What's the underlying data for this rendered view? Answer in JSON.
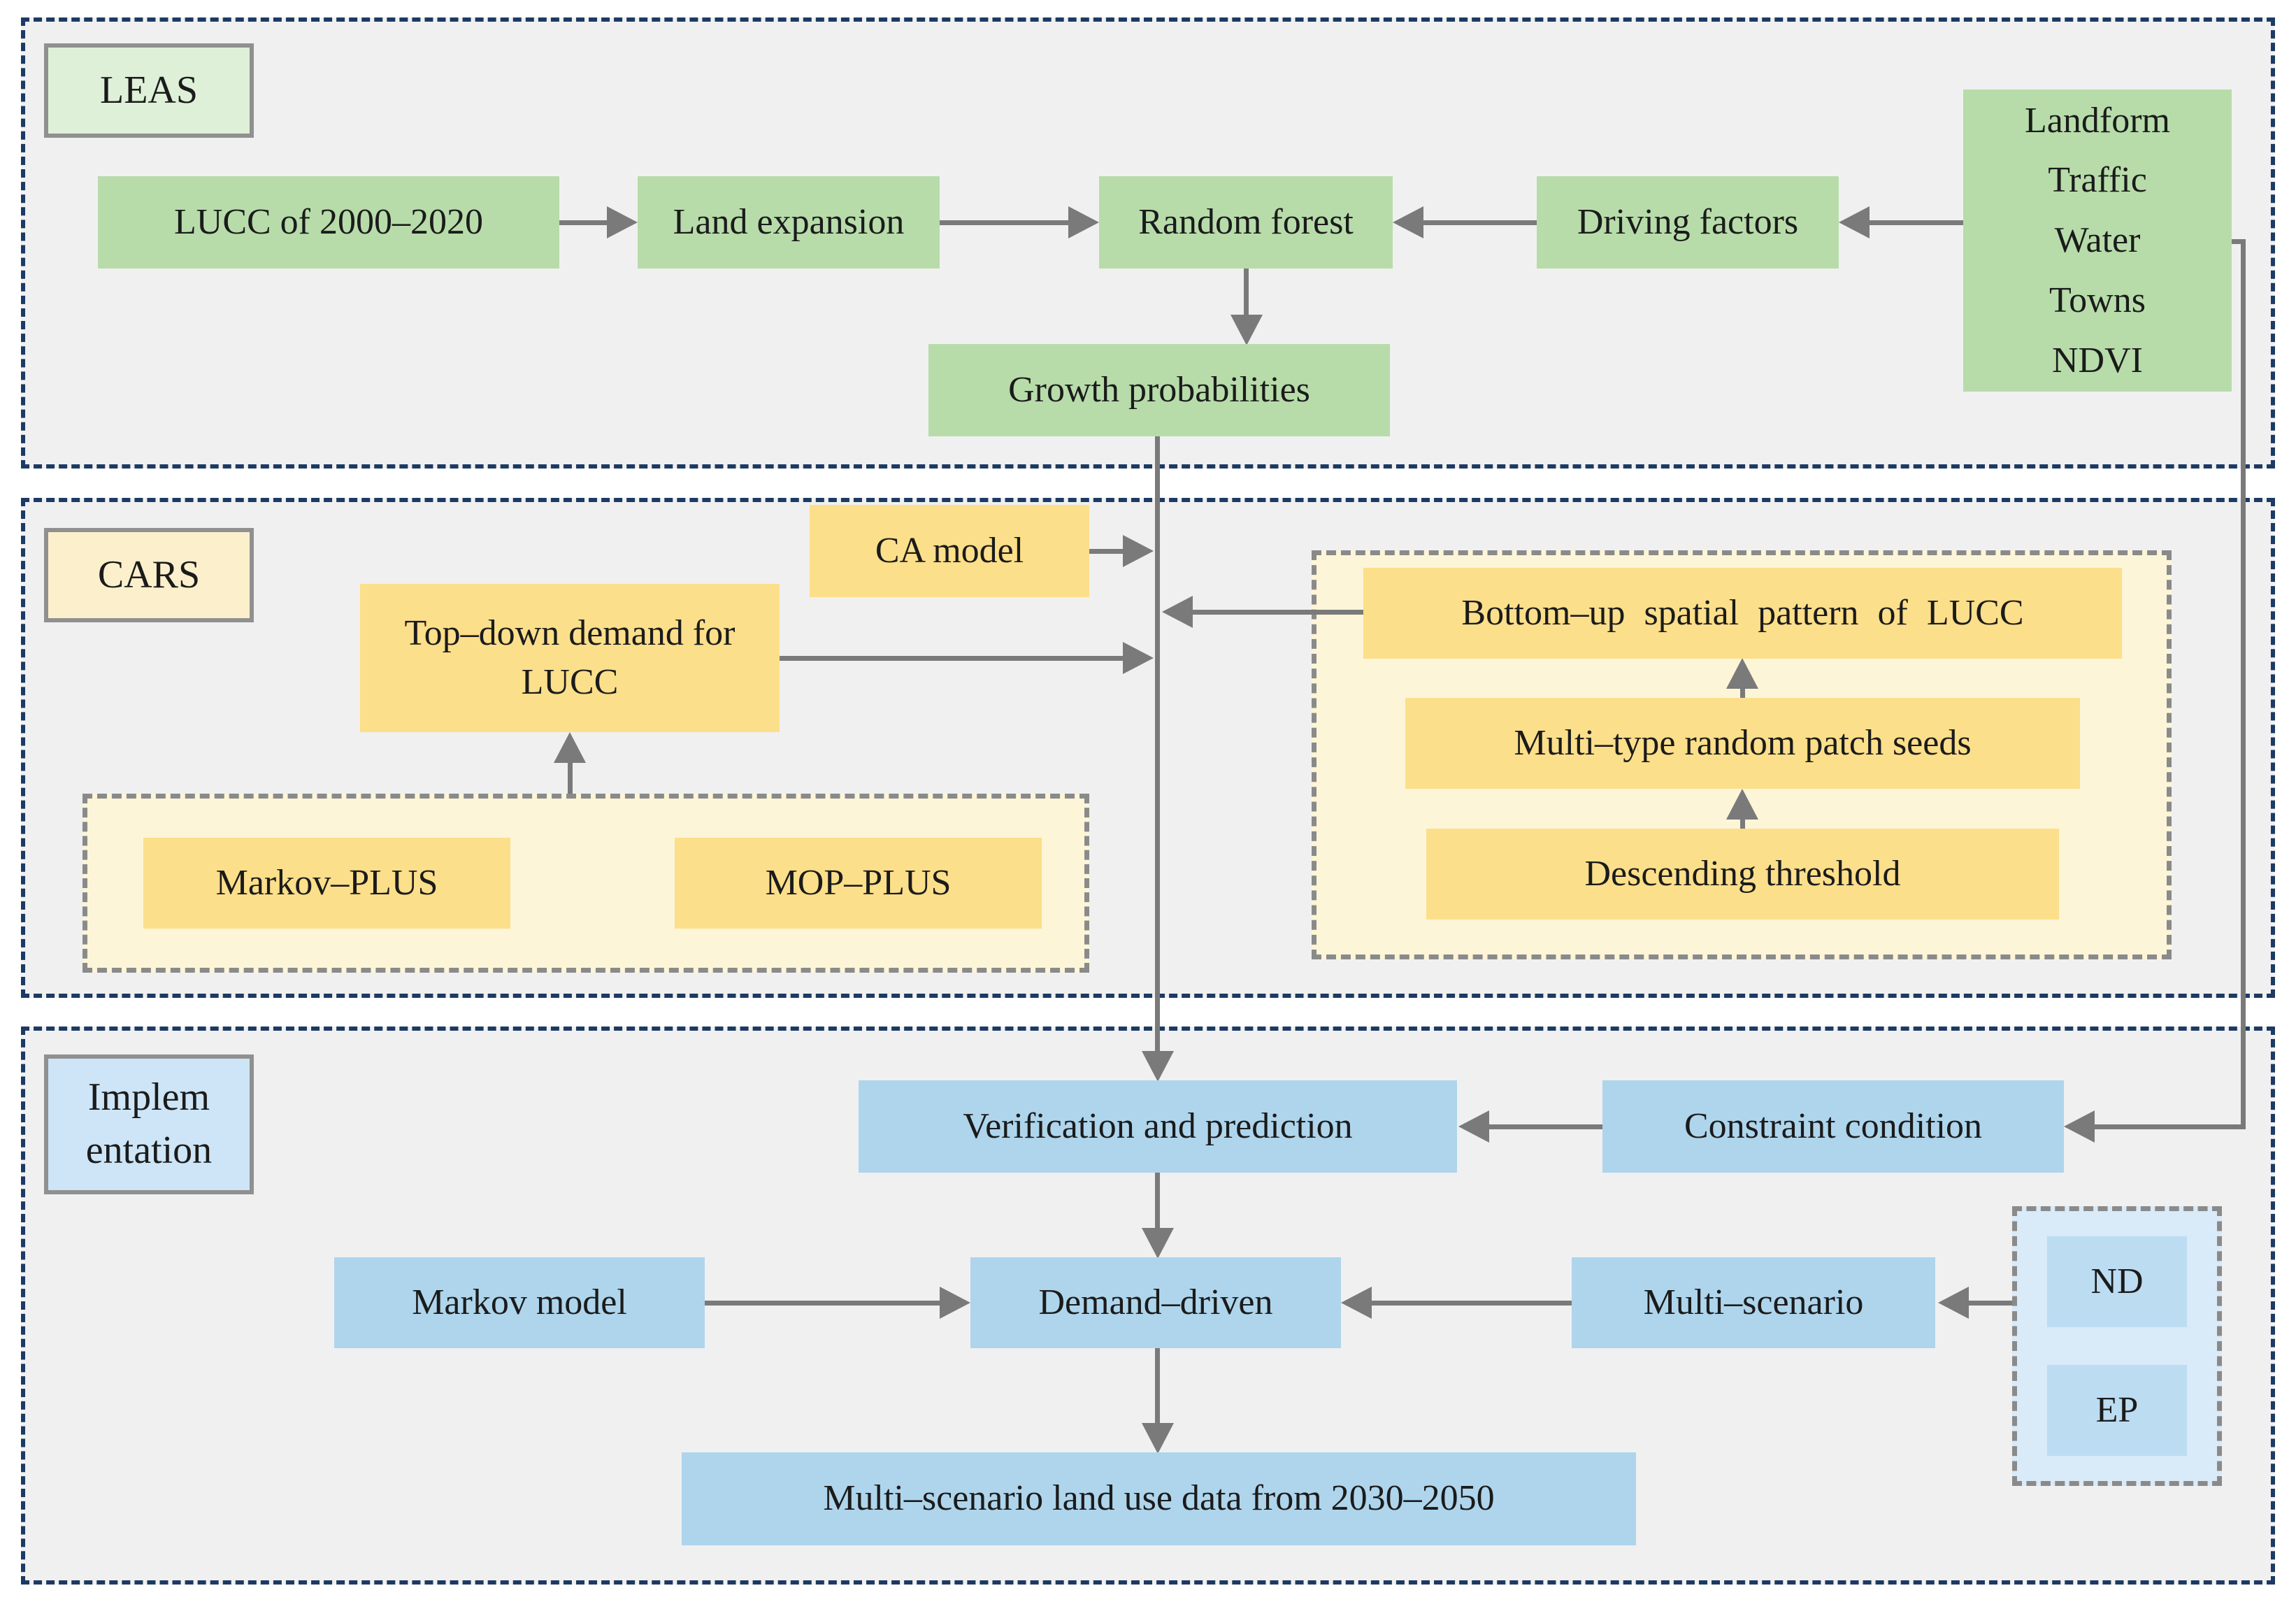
{
  "title": "LEAS-CARS-Implementation land use modeling framework flowchart",
  "colors": {
    "page_bg": "#ffffff",
    "section_bg": "#f0f0f1",
    "section_border": "#1c3a63",
    "green_box": "#b7dcaa",
    "green_label": "#def0d8",
    "yellow_box": "#fcdf8a",
    "yellow_label": "#fcf0cc",
    "yellow_container": "#fdf5d8",
    "blue_box": "#aed5ec",
    "blue_label": "#cde5f6",
    "blue_container": "#d9eaf8",
    "blue_sub_box": "#bcdcf2",
    "arrow": "#7a7a7a",
    "inner_dashed_border": "#8a8a8a",
    "text": "#1b1b1b",
    "label_border": "#909090"
  },
  "sections": {
    "leas": {
      "label": "LEAS",
      "nodes": {
        "lucc": "LUCC of 2000–2020",
        "land_expansion": "Land expansion",
        "random_forest": "Random forest",
        "driving_factors": "Driving factors",
        "factor_list": [
          "Landform",
          "Traffic",
          "Water",
          "Towns",
          "NDVI"
        ],
        "growth_probabilities": "Growth probabilities"
      }
    },
    "cars": {
      "label": "CARS",
      "nodes": {
        "ca_model": "CA model",
        "top_down": "Top–down demand for LUCC",
        "markov_plus": "Markov–PLUS",
        "mop_plus": "MOP–PLUS",
        "bottom_up": "Bottom–up spatial pattern of LUCC",
        "multi_type": "Multi–type random patch seeds",
        "descending": "Descending threshold"
      }
    },
    "implementation": {
      "label": "Implem entation",
      "nodes": {
        "verification": "Verification and prediction",
        "constraint": "Constraint condition",
        "markov_model": "Markov model",
        "demand_driven": "Demand–driven",
        "multi_scenario": "Multi–scenario",
        "nd": "ND",
        "ep": "EP",
        "result": "Multi–scenario land use data from 2030–2050"
      }
    }
  }
}
